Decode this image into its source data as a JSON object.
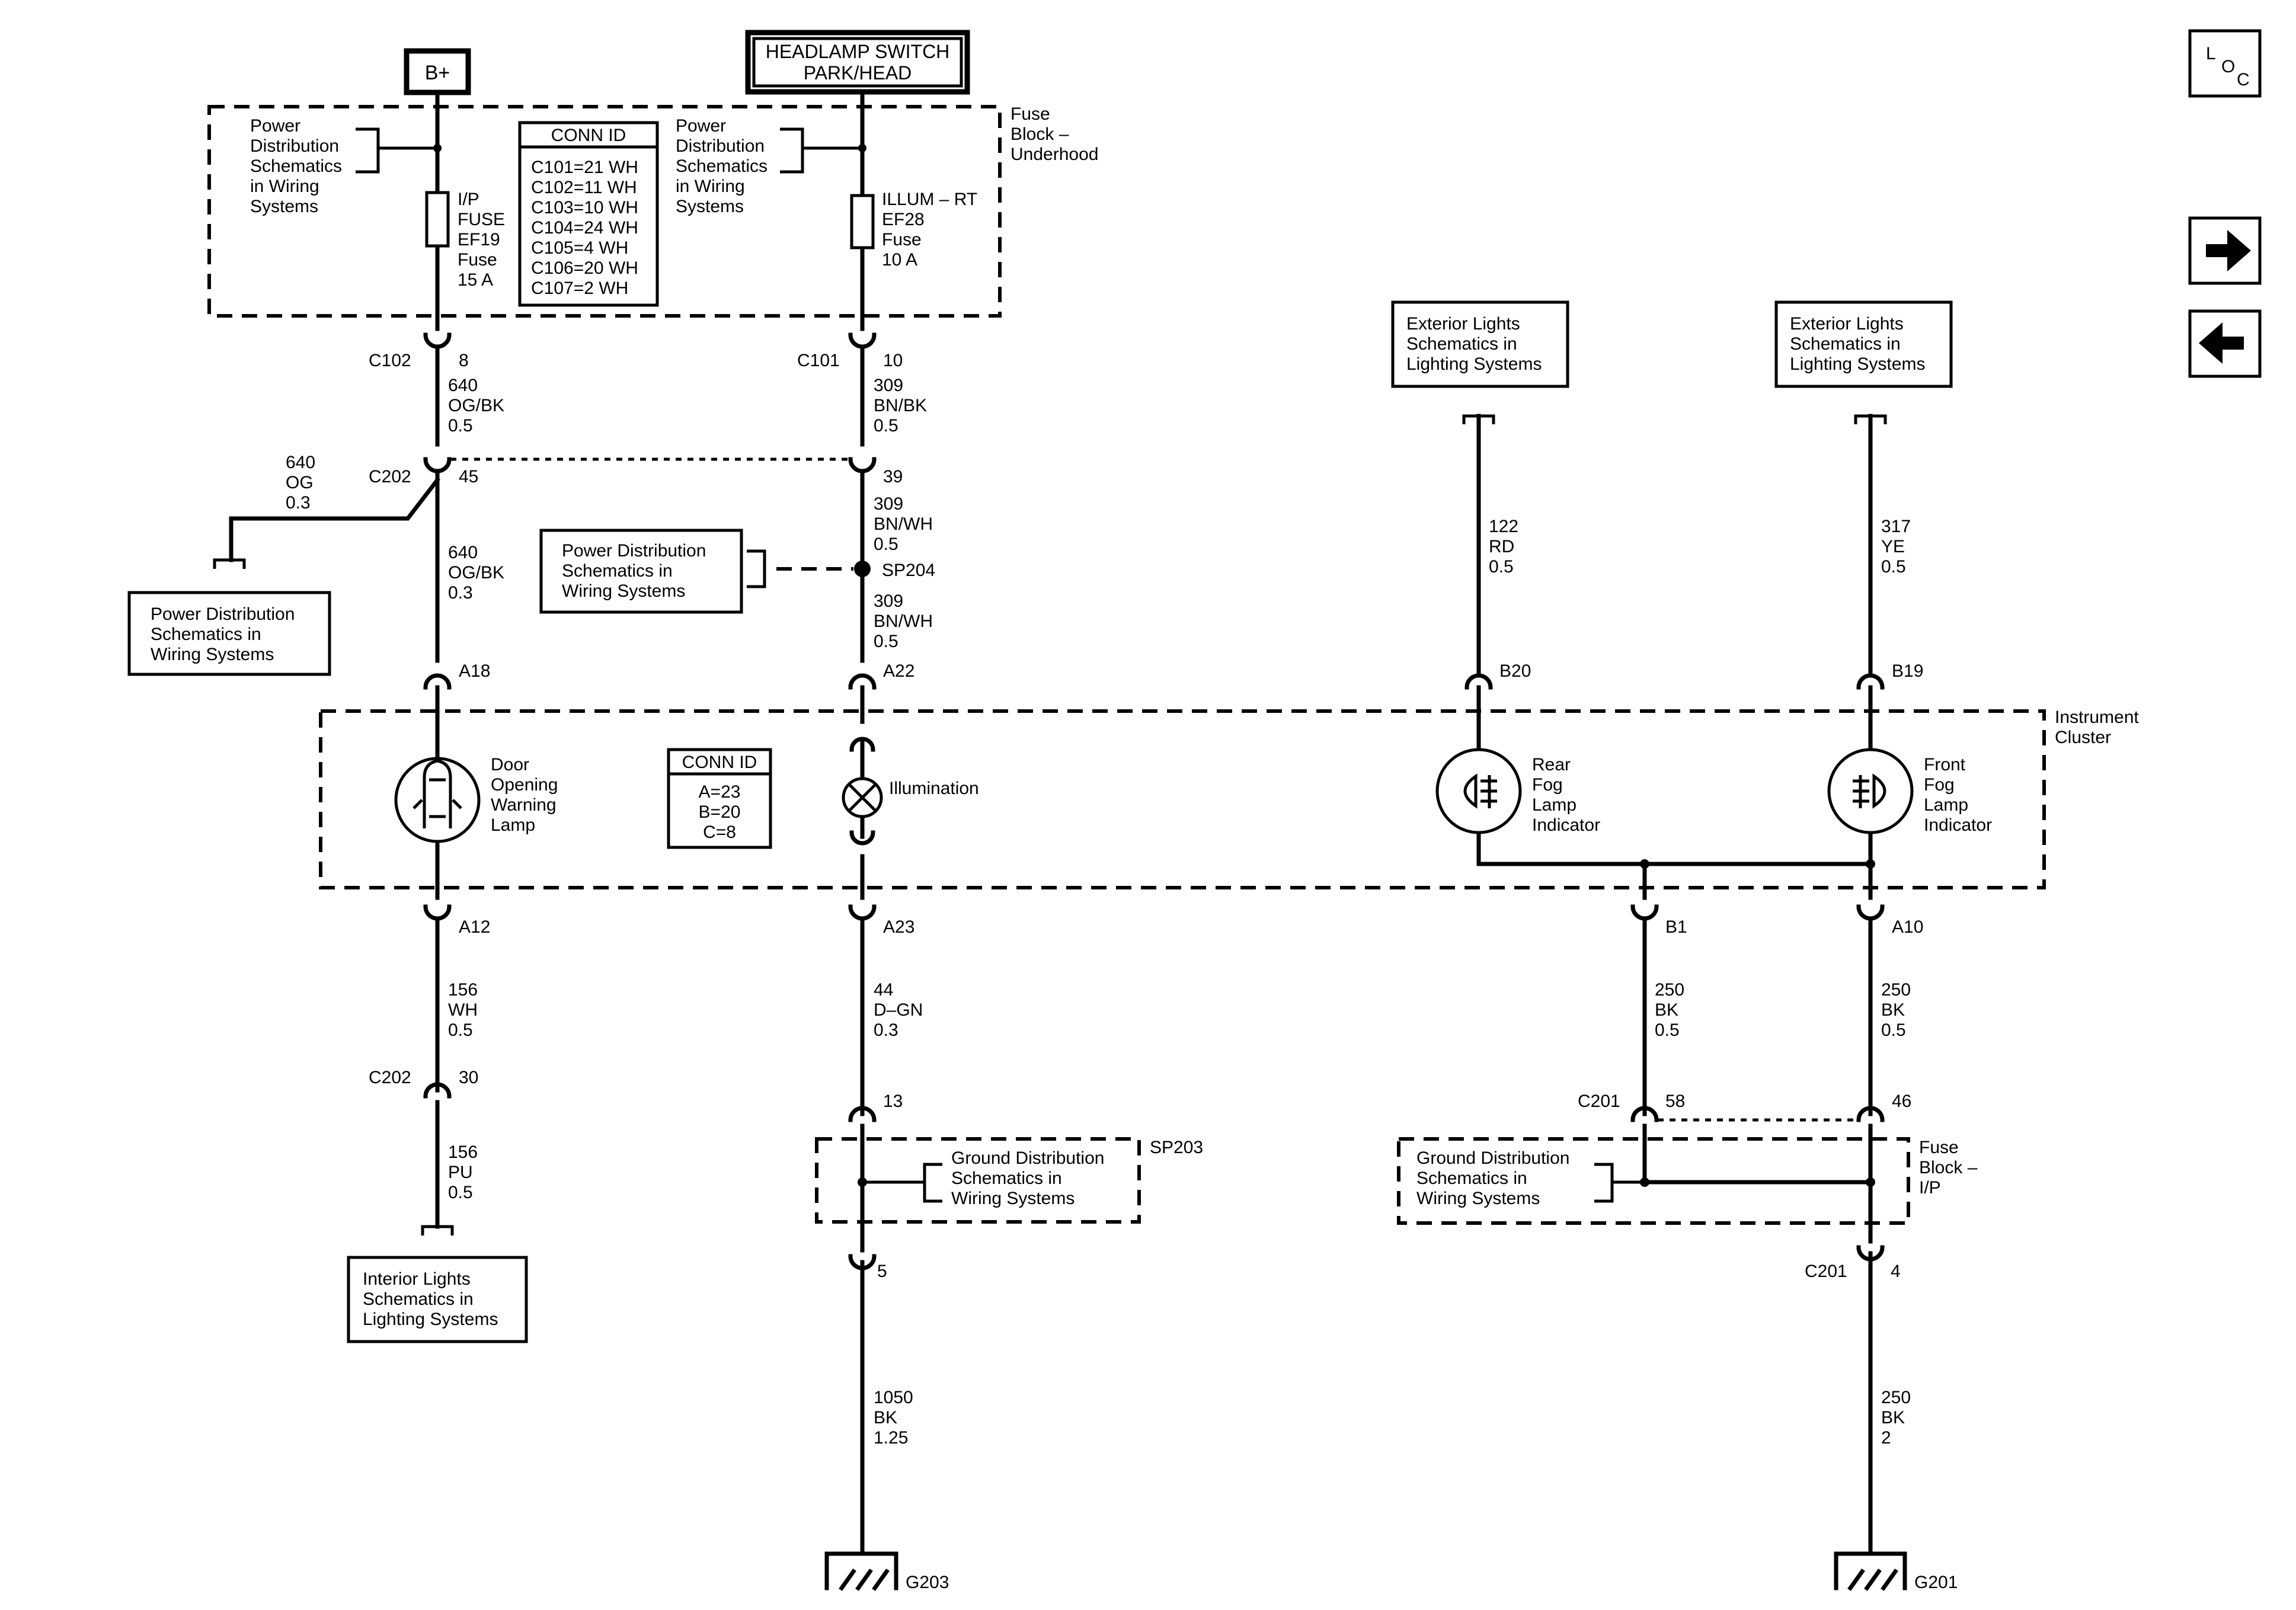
{
  "sources": {
    "battery": "B+",
    "headlamp_switch": [
      "HEADLAMP SWITCH",
      "PARK/HEAD"
    ]
  },
  "nav": {
    "loc_icon": "loc-icon",
    "next_icon": "arrow-right-icon",
    "prev_icon": "arrow-left-icon",
    "loc_letters": [
      "L",
      "O",
      "C"
    ]
  },
  "fuse_block_underhood": {
    "title": [
      "Fuse",
      "Block –",
      "Underhood"
    ],
    "ref_left": [
      "Power",
      "Distribution",
      "Schematics",
      "in Wiring",
      "Systems"
    ],
    "ref_right": [
      "Power",
      "Distribution",
      "Schematics",
      "in Wiring",
      "Systems"
    ],
    "conn_id": {
      "title": "CONN ID",
      "rows": [
        "C101=21 WH",
        "C102=11 WH",
        "C103=10 WH",
        "C104=24 WH",
        "C105=4 WH",
        "C106=20 WH",
        "C107=2 WH"
      ]
    },
    "fuse_left": [
      "I/P",
      "FUSE",
      "EF19",
      "Fuse",
      "15 A"
    ],
    "fuse_right": [
      "ILLUM – RT",
      "EF28",
      "Fuse",
      "10 A"
    ]
  },
  "connectors": {
    "c102": {
      "name": "C102",
      "pin": "8"
    },
    "c101": {
      "name": "C101",
      "pin": "10"
    },
    "c202_top": {
      "name": "C202",
      "pin_left": "45",
      "pin_right": "39"
    },
    "c202_bottom": {
      "name": "C202",
      "pin": "30"
    },
    "a18": "A18",
    "a22": "A22",
    "b20": "B20",
    "b19": "B19",
    "a12": "A12",
    "a23": "A23",
    "b1": "B1",
    "a10": "A10",
    "pin13": "13",
    "pin5": "5",
    "c201_top": {
      "name": "C201",
      "pin_left": "58",
      "pin_right": "46"
    },
    "c201_bottom": {
      "name": "C201",
      "pin": "4"
    }
  },
  "wires": {
    "w640_top": [
      "640",
      "OG/BK",
      "0.5"
    ],
    "w309_top": [
      "309",
      "BN/BK",
      "0.5"
    ],
    "w640_og": [
      "640",
      "OG",
      "0.3"
    ],
    "w640_mid": [
      "640",
      "OG/BK",
      "0.3"
    ],
    "w309_a": [
      "309",
      "BN/WH",
      "0.5"
    ],
    "w309_b": [
      "309",
      "BN/WH",
      "0.5"
    ],
    "w122": [
      "122",
      "RD",
      "0.5"
    ],
    "w317": [
      "317",
      "YE",
      "0.5"
    ],
    "w156_wh": [
      "156",
      "WH",
      "0.5"
    ],
    "w156_pu": [
      "156",
      "PU",
      "0.5"
    ],
    "w44": [
      "44",
      "D–GN",
      "0.3"
    ],
    "w250_left": [
      "250",
      "BK",
      "0.5"
    ],
    "w250_right": [
      "250",
      "BK",
      "0.5"
    ],
    "w1050": [
      "1050",
      "BK",
      "1.25"
    ],
    "w250_bottom": [
      "250",
      "BK",
      "2"
    ]
  },
  "splices": {
    "sp204": "SP204",
    "sp203": "SP203"
  },
  "refs": {
    "power_dist_left": [
      "Power Distribution",
      "Schematics in",
      "Wiring Systems"
    ],
    "power_dist_mid": [
      "Power Distribution",
      "Schematics in",
      "Wiring Systems"
    ],
    "ext_lights_1": [
      "Exterior Lights",
      "Schematics in",
      "Lighting Systems"
    ],
    "ext_lights_2": [
      "Exterior Lights",
      "Schematics in",
      "Lighting Systems"
    ],
    "interior_lights": [
      "Interior Lights",
      "Schematics in",
      "Lighting Systems"
    ],
    "ground_dist_1": [
      "Ground Distribution",
      "Schematics in",
      "Wiring Systems"
    ],
    "ground_dist_2": [
      "Ground Distribution",
      "Schematics in",
      "Wiring Systems"
    ]
  },
  "instrument_cluster": {
    "title": [
      "Instrument",
      "Cluster"
    ],
    "conn_id": {
      "title": "CONN ID",
      "rows": [
        "A=23",
        "B=20",
        "C=8"
      ]
    },
    "door_lamp": [
      "Door",
      "Opening",
      "Warning",
      "Lamp"
    ],
    "illumination": "Illumination",
    "rear_fog": [
      "Rear",
      "Fog",
      "Lamp",
      "Indicator"
    ],
    "front_fog": [
      "Front",
      "Fog",
      "Lamp",
      "Indicator"
    ]
  },
  "fuse_block_ip": [
    "Fuse",
    "Block –",
    "I/P"
  ],
  "grounds": {
    "g203": "G203",
    "g201": "G201"
  }
}
